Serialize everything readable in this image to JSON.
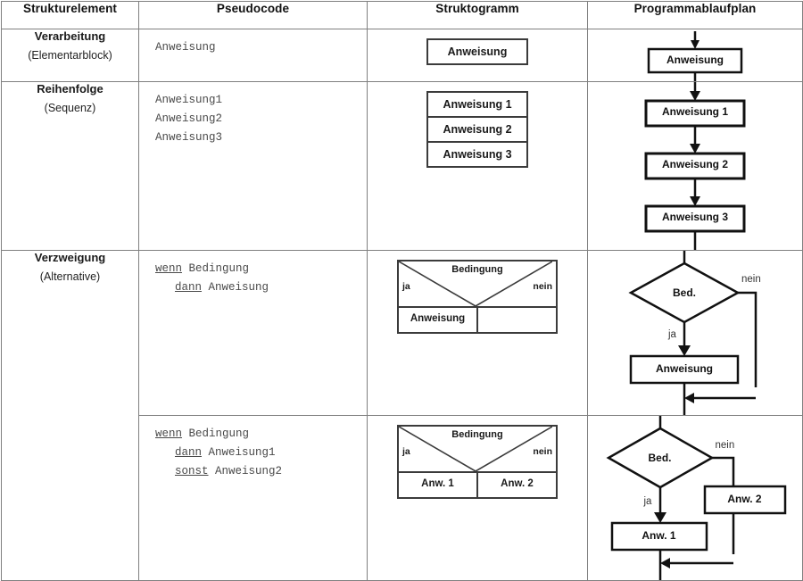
{
  "table": {
    "headers": [
      "Strukturelement",
      "Pseudocode",
      "Struktogramm",
      "Programmablaufplan"
    ],
    "rows": [
      {
        "element": {
          "name": "Verarbeitung",
          "sub": "(Elementarblock)"
        },
        "pseudocode": {
          "lines": [
            "Anweisung"
          ]
        },
        "struktogramm": {
          "type": "single",
          "blocks": [
            "Anweisung"
          ]
        },
        "flowchart": {
          "type": "process",
          "blocks": [
            "Anweisung"
          ]
        }
      },
      {
        "element": {
          "name": "Reihenfolge",
          "sub": "(Sequenz)"
        },
        "pseudocode": {
          "lines": [
            "Anweisung1",
            "Anweisung2",
            "Anweisung3"
          ]
        },
        "struktogramm": {
          "type": "sequence",
          "blocks": [
            "Anweisung 1",
            "Anweisung 2",
            "Anweisung 3"
          ]
        },
        "flowchart": {
          "type": "sequence",
          "blocks": [
            "Anweisung 1",
            "Anweisung 2",
            "Anweisung 3"
          ]
        }
      },
      {
        "element": {
          "name": "Verzweigung",
          "sub": "(Alternative)"
        },
        "pseudocode": {
          "keyword_if": "wenn",
          "keyword_then": "dann",
          "condition": "Bedingung",
          "then_statement": "Anweisung"
        },
        "struktogramm": {
          "type": "branch",
          "condition": "Bedingung",
          "yes_label": "ja",
          "no_label": "nein",
          "yes_block": "Anweisung",
          "no_block": ""
        },
        "flowchart": {
          "type": "branch",
          "decision": "Bed.",
          "yes_label": "ja",
          "no_label": "nein",
          "yes_block": "Anweisung"
        }
      },
      {
        "element": {
          "name": "",
          "sub": ""
        },
        "pseudocode": {
          "keyword_if": "wenn",
          "keyword_then": "dann",
          "keyword_else": "sonst",
          "condition": "Bedingung",
          "then_statement": "Anweisung1",
          "else_statement": "Anweisung2"
        },
        "struktogramm": {
          "type": "branch2",
          "condition": "Bedingung",
          "yes_label": "ja",
          "no_label": "nein",
          "yes_block": "Anw. 1",
          "no_block": "Anw. 2"
        },
        "flowchart": {
          "type": "branch2",
          "decision": "Bed.",
          "yes_label": "ja",
          "no_label": "nein",
          "yes_block": "Anw. 1",
          "no_block": "Anw. 2"
        }
      }
    ]
  },
  "colors": {
    "header_bg": "#c8c8c8",
    "grid": "#808080",
    "ink": "#1a1a1a",
    "code": "#4a4a4a",
    "shape_stroke": "#3b3b3b"
  }
}
